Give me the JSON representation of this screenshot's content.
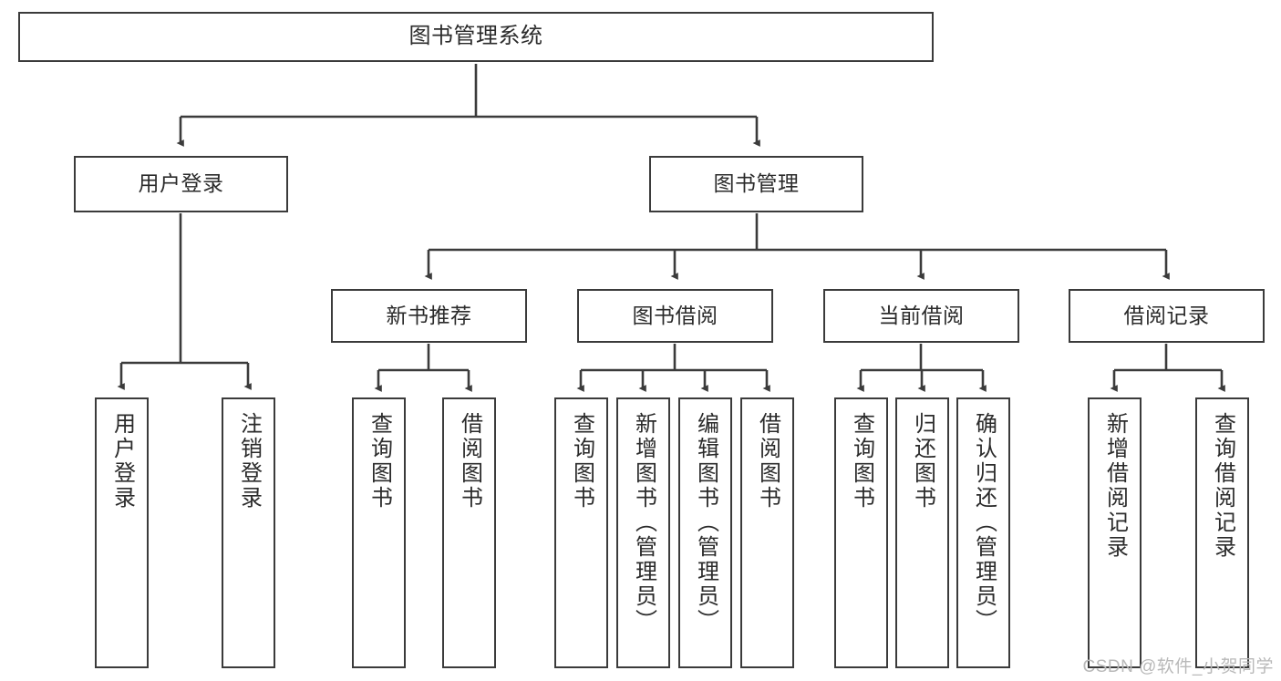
{
  "diagram": {
    "title": "图书管理系统",
    "type": "hierarchy-tree",
    "watermark": "CSDN @软件_小贺同学",
    "colors": {
      "box_border": "#3b3b3b",
      "box_fill": "#ffffff",
      "line": "#3b3b3b",
      "text": "#2b2b2b",
      "watermark": "#b9b9b9"
    },
    "nodes": {
      "root": {
        "label": "图书管理系统"
      },
      "level2": [
        {
          "label": "用户登录"
        },
        {
          "label": "图书管理"
        }
      ],
      "level3": [
        {
          "label": "新书推荐"
        },
        {
          "label": "图书借阅"
        },
        {
          "label": "当前借阅"
        },
        {
          "label": "借阅记录"
        }
      ],
      "leaves": {
        "user_login": [
          {
            "label": "用户登录"
          },
          {
            "label": "注销登录"
          }
        ],
        "new_book_recommend": [
          {
            "label": "查询图书"
          },
          {
            "label": "借阅图书"
          }
        ],
        "book_borrow": [
          {
            "label": "查询图书"
          },
          {
            "label": "新增图书（管理员）"
          },
          {
            "label": "编辑图书（管理员）"
          },
          {
            "label": "借阅图书"
          }
        ],
        "current_borrow": [
          {
            "label": "查询图书"
          },
          {
            "label": "归还图书"
          },
          {
            "label": "确认归还（管理员）"
          }
        ],
        "borrow_record": [
          {
            "label": "新增借阅记录"
          },
          {
            "label": "查询借阅记录"
          }
        ]
      }
    }
  }
}
